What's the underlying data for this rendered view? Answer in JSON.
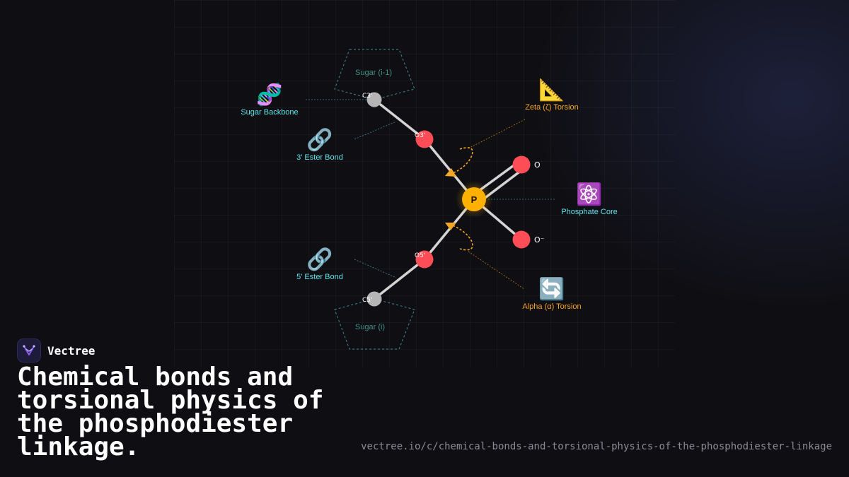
{
  "brand": {
    "name": "Vectree",
    "logo_icon": "vectree-logo-icon",
    "accent": "#8b5cf6"
  },
  "headline": "Chemical bonds and torsional physics of the phosphodiester linkage.",
  "url": "vectree.io/c/chemical-bonds-and-torsional-physics-of-the-phosphodiester-linkage",
  "diagram": {
    "sugars": {
      "upper": "Sugar (i-1)",
      "lower": "Sugar (i)"
    },
    "atoms": {
      "c3": "C3'",
      "o3": "O3'",
      "p": "P",
      "o_double": "O",
      "o_minus": "O⁻",
      "o5": "O5'",
      "c5": "C5'"
    },
    "callouts": {
      "sugar_backbone": {
        "icon": "dna-icon",
        "emoji": "🧬",
        "label": "Sugar Backbone"
      },
      "ester_3": {
        "icon": "link-icon",
        "emoji": "🔗",
        "label": "3' Ester Bond"
      },
      "ester_5": {
        "icon": "link-icon",
        "emoji": "🔗",
        "label": "5' Ester Bond"
      },
      "zeta": {
        "icon": "triangle-ruler-icon",
        "emoji": "📐",
        "label": "Zeta (ζ) Torsion"
      },
      "phosphate": {
        "icon": "atom-icon",
        "emoji": "⚛️",
        "label": "Phosphate Core"
      },
      "alpha": {
        "icon": "rotate-icon",
        "emoji": "🔄",
        "label": "Alpha (α) Torsion"
      }
    },
    "colors": {
      "carbon": "#b5b5b5",
      "oxygen": "#ff4d57",
      "phosphorus": "#ffb000",
      "bond": "#d4d4d4",
      "torsion": "#f5a524",
      "sugar_outline": "#3f8f86",
      "cyan_label": "#5fe3ea"
    }
  }
}
